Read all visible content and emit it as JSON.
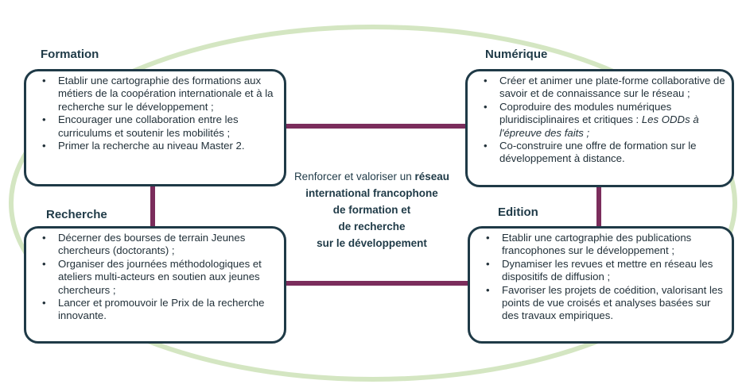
{
  "colors": {
    "ellipse": "#d4e6c2",
    "box_border": "#1f3a47",
    "connector": "#7b2d5c",
    "title_text": "#1f3a47"
  },
  "formation": {
    "title": "Formation",
    "items": [
      "Etablir une cartographie des formations aux métiers de la coopération internationale et à la recherche sur le développement ;",
      "Encourager une collaboration entre les curriculums et soutenir les mobilités ;",
      "Primer la recherche au niveau Master 2."
    ]
  },
  "numerique": {
    "title": "Numérique",
    "item1": "Créer et animer une plate-forme collaborative de savoir et de connaissance sur le réseau ;",
    "item2_text": "Coproduire des modules numériques pluridisciplinaires et critiques : ",
    "item2_italic": "Les ODDs à l'épreuve des faits ;",
    "item3": "Co-construire une offre de formation sur le développement à distance."
  },
  "recherche": {
    "title": "Recherche",
    "items": [
      "Décerner des bourses de terrain Jeunes chercheurs (doctorants) ;",
      "Organiser des journées méthodologiques et ateliers multi-acteurs en soutien aux jeunes chercheurs ;",
      "Lancer et promouvoir le Prix de la recherche innovante."
    ]
  },
  "edition": {
    "title": "Edition",
    "items": [
      "Etablir une cartographie des publications francophones sur le développement ;",
      "Dynamiser les revues et mettre en réseau les dispositifs de diffusion ;",
      "Favoriser les projets de coédition, valorisant les points de vue croisés et analyses basées sur des travaux empiriques."
    ]
  },
  "center": {
    "plain": "Renforcer et valoriser un ",
    "bold_1": "réseau",
    "bold_2": "international francophone",
    "bold_3": "de formation et",
    "bold_4": "de recherche",
    "bold_5": "sur le développement"
  }
}
